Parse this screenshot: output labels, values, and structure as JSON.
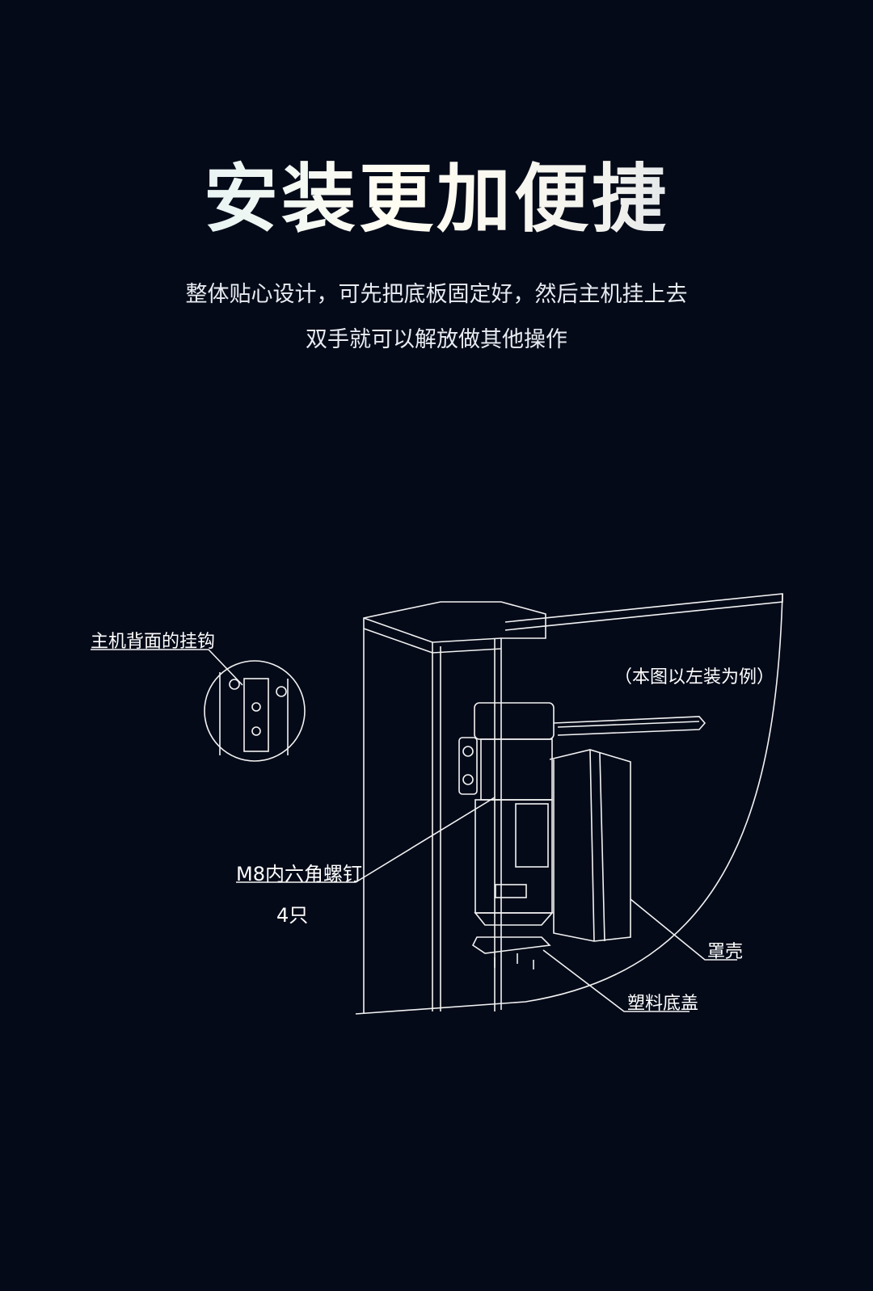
{
  "header": {
    "title": "安装更加便捷",
    "subtitle_line1": "整体贴心设计，可先把底板固定好，然后主机挂上去",
    "subtitle_line2": "双手就可以解放做其他操作"
  },
  "diagram": {
    "note": "（本图以左装为例）",
    "labels": {
      "hook": "主机背面的挂钩",
      "screw": "M8内六角螺钉",
      "screw_qty": "4只",
      "cover": "罩壳",
      "bottom_cap": "塑料底盖"
    }
  }
}
